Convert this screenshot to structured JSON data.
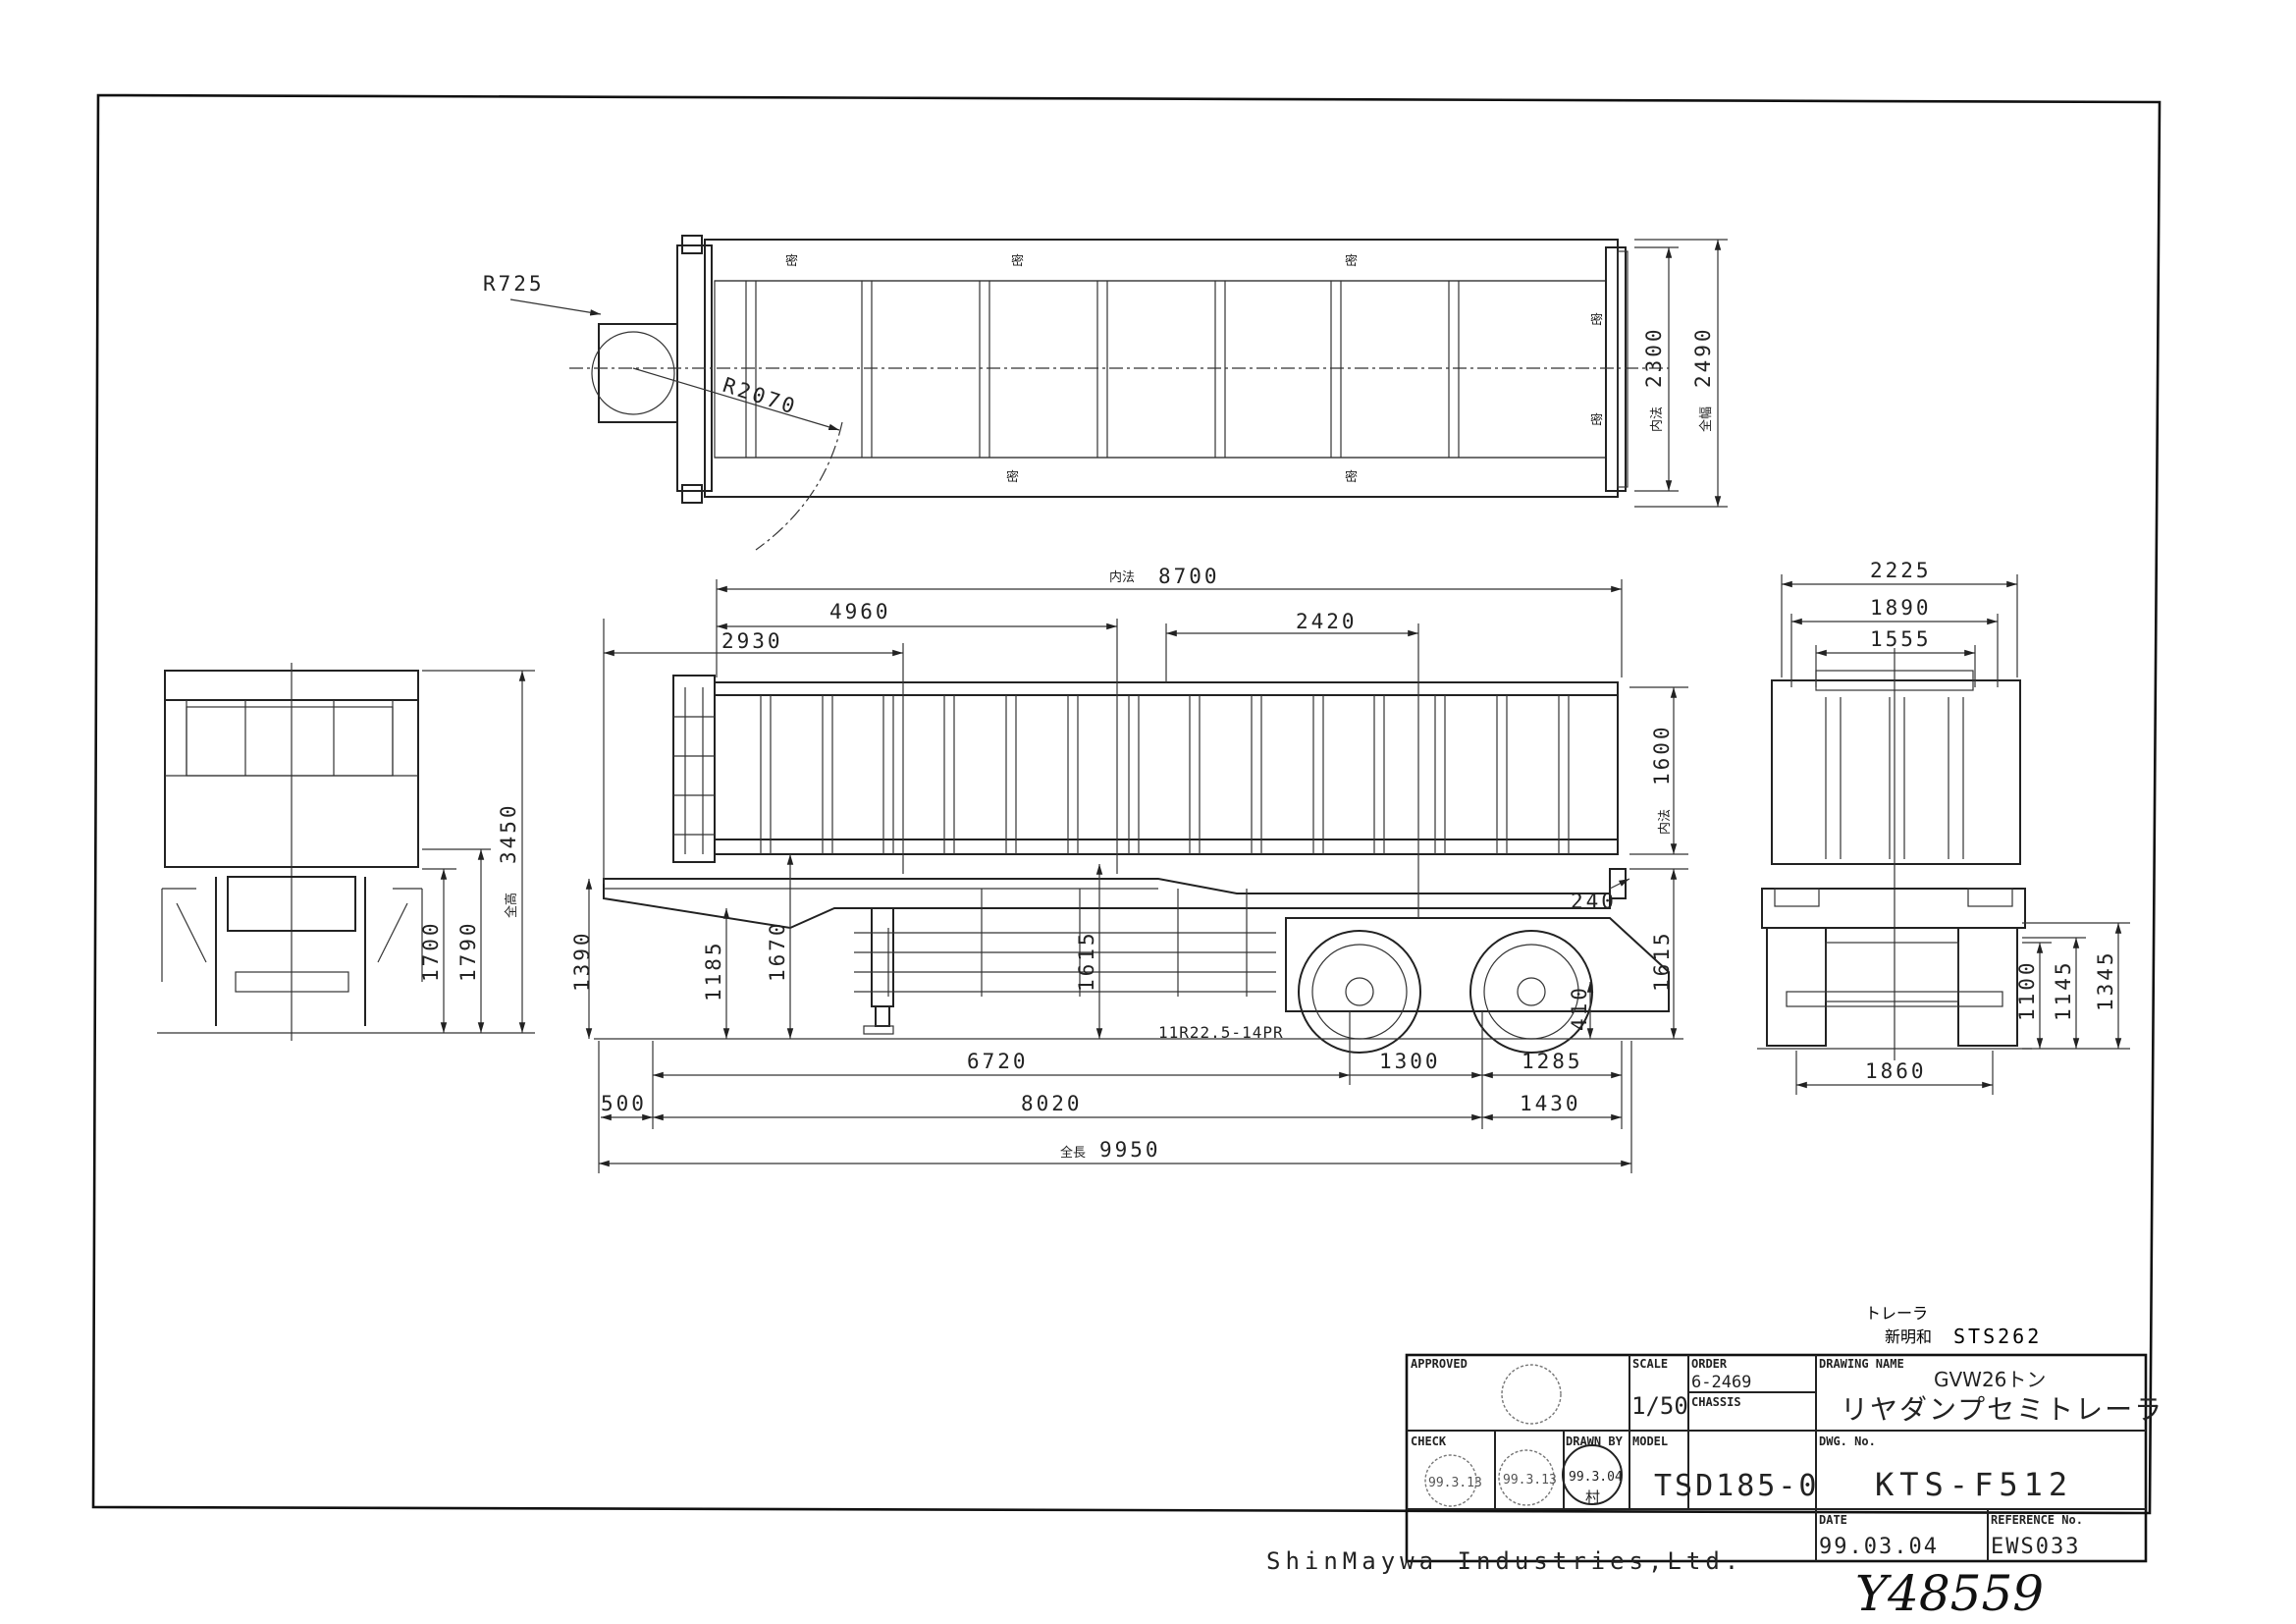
{
  "company": "ShinMaywa Industries,Ltd.",
  "handwritten_id": "Y48559",
  "header_note": {
    "line1": "トレーラ",
    "maker": "新明和",
    "model_code": "STS262"
  },
  "title_block": {
    "approved_label": "APPROVED",
    "check_label": "CHECK",
    "drawn_by_label": "DRAWN BY",
    "scale_label": "SCALE",
    "scale_value": "1/50",
    "order_label": "ORDER",
    "order_value": "6-2469",
    "chassis_label": "CHASSIS",
    "model_label": "MODEL",
    "model_value": "TSD185-0",
    "drawing_name_label": "DRAWING NAME",
    "drawing_name_line1": "GVW26トン",
    "drawing_name_line2": "リヤダンプセミトレーラ",
    "dwg_no_label": "DWG. No.",
    "dwg_no_value": "KTS-F512",
    "date_label": "DATE",
    "date_value": "99.03.04",
    "reference_label": "REFERENCE No.",
    "reference_value": "EWS033",
    "stamp_check_date": "99.3.13",
    "stamp_mid_date": "99.3.13",
    "stamp_drawn_date": "99.3.04",
    "stamp_drawn_name": "村"
  },
  "top_view": {
    "r725": "R725",
    "r2070": "R2070",
    "inner_width_label": "内法",
    "inner_width": "2300",
    "overall_width_label": "全幅",
    "overall_width": "2490"
  },
  "side_view": {
    "inner_length_label": "内法",
    "inner_length": "8700",
    "d4960": "4960",
    "d2930": "2930",
    "d2420": "2420",
    "inner_height_label": "内法",
    "inner_height": "1600",
    "d240": "240",
    "d1615_right": "1615",
    "d1390": "1390",
    "d1185": "1185",
    "d1670": "1670",
    "d1615_mid": "1615",
    "d410": "410",
    "tire": "11R22.5-14PR",
    "d6720": "6720",
    "d1300": "1300",
    "d1285": "1285",
    "d500": "500",
    "d8020": "8020",
    "d1430": "1430",
    "overall_length_label": "全長",
    "overall_length": "9950"
  },
  "front_view": {
    "overall_height_label": "全高",
    "overall_height": "3450",
    "d1700": "1700",
    "d1790": "1790"
  },
  "rear_view": {
    "d2225": "2225",
    "d1890": "1890",
    "d1555": "1555",
    "d1100": "1100",
    "d1145": "1145",
    "d1345": "1345",
    "d1860": "1860"
  }
}
